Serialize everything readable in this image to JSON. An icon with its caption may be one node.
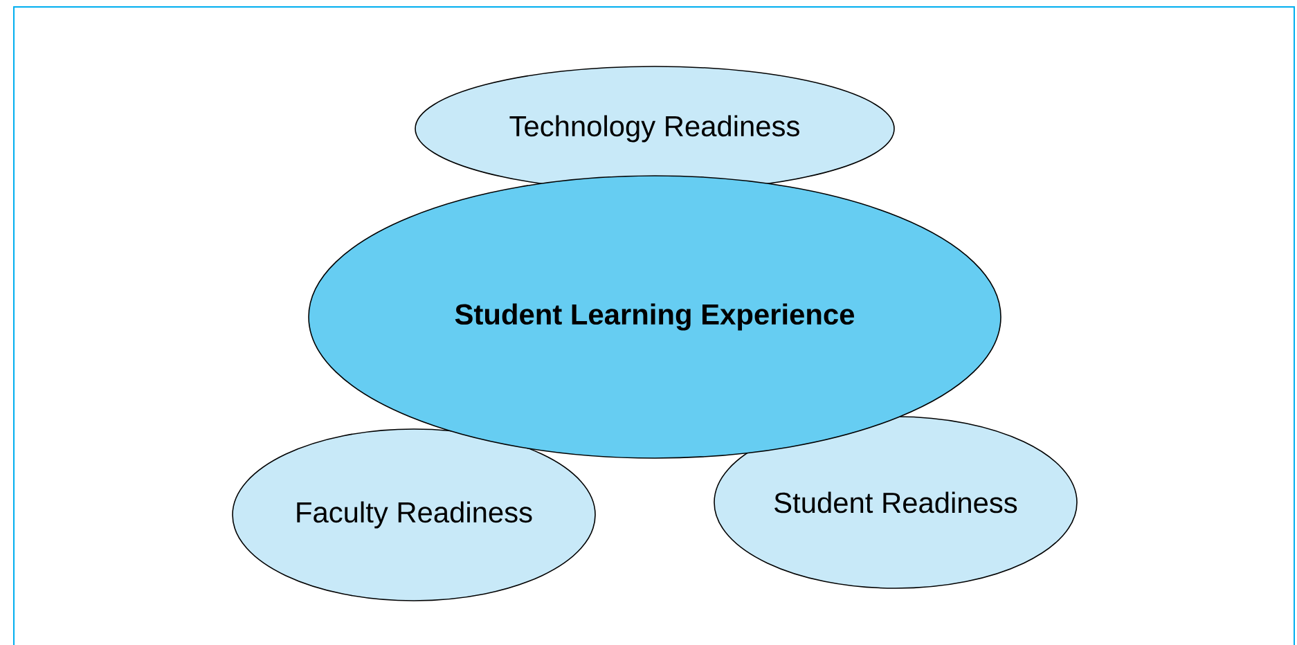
{
  "diagram": {
    "nodes": [
      {
        "text": [
          "Technology Readiness"
        ]
      },
      {
        "text": [
          "Student Learning Experience"
        ]
      },
      {
        "text": [
          "Faculty Readiness"
        ]
      },
      {
        "text": [
          "Student Readiness"
        ]
      }
    ]
  }
}
